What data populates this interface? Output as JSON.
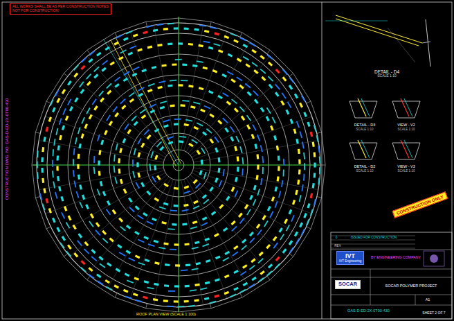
{
  "diagram": {
    "nodes": [
      {
        "text": [
          "ALL WORKS SHALL BE AS PER CONSTRUCTION NOTES",
          "NOT FOR CONSTRUCTION"
        ]
      },
      {
        "text": [
          "DETAIL - D4",
          "SCALE 1:10"
        ]
      },
      {
        "text": [
          "IVT",
          "IVT Engineering"
        ]
      },
      {
        "text": [
          "SOCAR"
        ]
      },
      {
        "text": [
          "GAS-D-ED-2X-0T00-430"
        ]
      },
      {
        "text": [
          "CONSTRUCTION ONLY"
        ]
      }
    ],
    "labels": [
      "DETAIL - D3",
      "SCALE 1:10",
      "VIEW - V2",
      "SCALE 1:10",
      "DETAIL - D2",
      "SCALE 1:10",
      "VIEW - V3",
      "SCALE 1:10",
      "CONSTRUCTION DWG. NO: GAS-D-ED-2X-0T00-430",
      "ROOF PLAN VIEW (SCALE 1:100)",
      "BY ENGINEERING COMPANY",
      "SOCAR POLYMER PROJECT",
      "A1",
      "0",
      "REV",
      "ISSUED FOR CONSTRUCTION",
      "SHEET 2 OF 7"
    ]
  }
}
